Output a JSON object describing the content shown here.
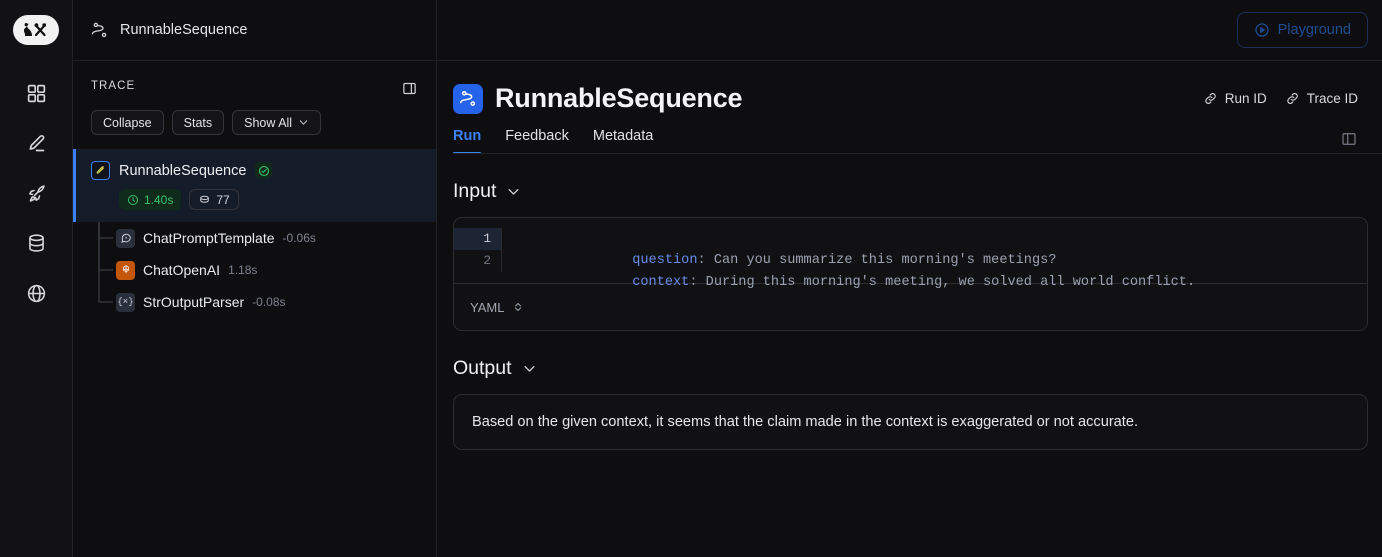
{
  "colors": {
    "accent_blue": "#3b82f6",
    "success_green": "#36c46d",
    "openai_orange": "#c2570c",
    "panel_bg": "#0e0e10",
    "selected_row_bg": "#151c29"
  },
  "rail": {
    "logo_name": "langchain-logo",
    "items": [
      {
        "icon": "grid-icon",
        "name": "sidebar-item-projects"
      },
      {
        "icon": "pencil-icon",
        "name": "sidebar-item-prompts"
      },
      {
        "icon": "rocket-icon",
        "name": "sidebar-item-deployments"
      },
      {
        "icon": "database-icon",
        "name": "sidebar-item-datasets"
      },
      {
        "icon": "globe-icon",
        "name": "sidebar-item-annotation"
      }
    ]
  },
  "breadcrumb": {
    "icon": "runnable-sequence-icon",
    "label": "RunnableSequence"
  },
  "header": {
    "playground_label": "Playground",
    "playground_icon": "play-circle-icon"
  },
  "sidebar": {
    "title": "TRACE",
    "panel_toggle_icon": "panel-toggle-icon",
    "toolbar": [
      {
        "label": "Collapse",
        "name": "collapse-button"
      },
      {
        "label": "Stats",
        "name": "stats-button"
      },
      {
        "label": "Show All",
        "name": "show-all-button",
        "icon": "chevron-down-icon"
      }
    ],
    "root": {
      "name": "RunnableSequence",
      "status": "success",
      "duration": "1.40s",
      "tokens": "77",
      "clock_icon": "clock-icon",
      "token_icon": "tokens-icon",
      "status_icon": "check-circle-icon"
    },
    "children": [
      {
        "name": "ChatPromptTemplate",
        "duration": "-0.06s",
        "icon": "prompt-icon"
      },
      {
        "name": "ChatOpenAI",
        "duration": "1.18s",
        "icon": "openai-icon"
      },
      {
        "name": "StrOutputParser",
        "duration": "-0.08s",
        "icon": "parser-icon"
      }
    ]
  },
  "run": {
    "title": "RunnableSequence",
    "title_icon": "runnable-sequence-icon",
    "links": [
      {
        "label": "Run ID",
        "icon": "link-icon",
        "name": "run-id-link"
      },
      {
        "label": "Trace ID",
        "icon": "link-icon",
        "name": "trace-id-link"
      }
    ],
    "tabs": [
      {
        "label": "Run",
        "active": true
      },
      {
        "label": "Feedback",
        "active": false
      },
      {
        "label": "Metadata",
        "active": false
      }
    ],
    "panel_toggle_icon": "panel-toggle-icon"
  },
  "input": {
    "heading": "Input",
    "chevron_icon": "chevron-down-icon",
    "lines": [
      {
        "num": "1",
        "key": "question",
        "value": " Can you summarize this morning's meetings?"
      },
      {
        "num": "2",
        "key": "context",
        "value": " During this morning's meeting, we solved all world conflict."
      }
    ],
    "format": "YAML",
    "format_icon": "chevron-up-down-icon"
  },
  "output": {
    "heading": "Output",
    "chevron_icon": "chevron-down-icon",
    "text": "Based on the given context, it seems that the claim made in the context is exaggerated or not accurate."
  }
}
